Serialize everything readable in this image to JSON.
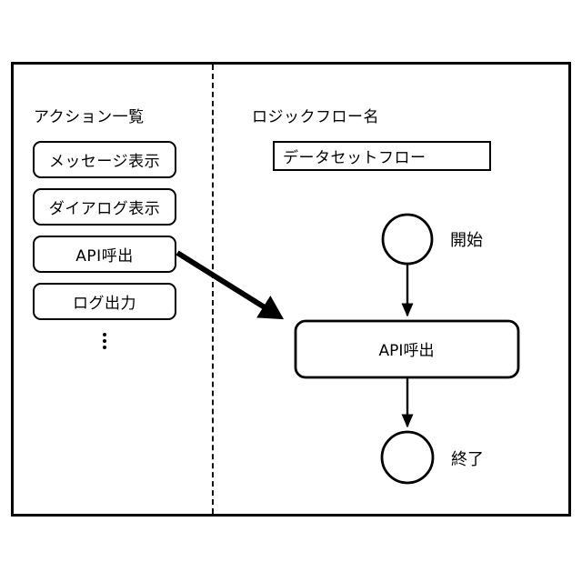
{
  "app": {
    "background": "#ffffff",
    "line_color": "#000000"
  },
  "actions_panel": {
    "title": "アクション一覧",
    "items": [
      {
        "label": "メッセージ表示"
      },
      {
        "label": "ダイアログ表示"
      },
      {
        "label": "API呼出"
      },
      {
        "label": "ログ出力"
      }
    ],
    "more_indicator": "⋮"
  },
  "flow_panel": {
    "title": "ロジックフロー名",
    "name_field": {
      "value": "データセットフロー",
      "placeholder": "ロジックフロー名"
    },
    "nodes": [
      {
        "type": "start",
        "shape": "circle",
        "label": "",
        "side_label": "開始"
      },
      {
        "type": "action",
        "shape": "rounded-rect",
        "label": "API呼出",
        "side_label": ""
      },
      {
        "type": "end",
        "shape": "circle",
        "label": "",
        "side_label": "終了"
      }
    ],
    "connectors": [
      {
        "from": "start",
        "to": "action",
        "style": "arrow"
      },
      {
        "from": "action",
        "to": "end",
        "style": "arrow"
      }
    ]
  },
  "drag_gesture": {
    "from_item": "API呼出",
    "to_node": "API呼出",
    "style": "thick-arrow"
  }
}
